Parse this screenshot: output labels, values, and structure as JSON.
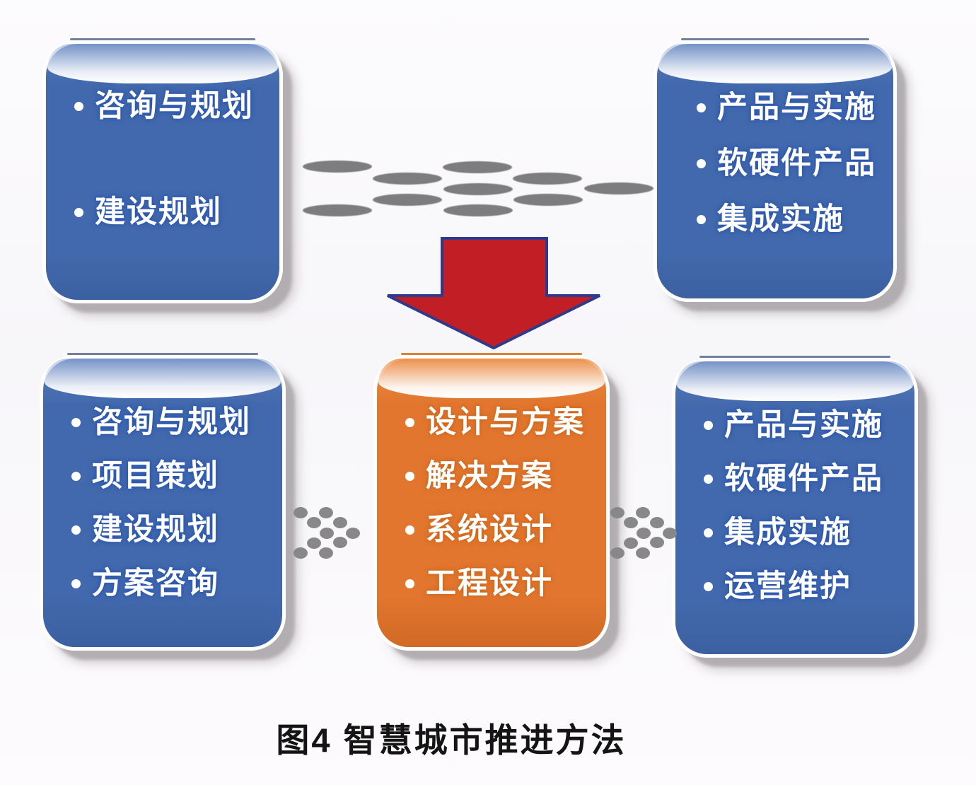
{
  "figure": {
    "caption": "图4  智慧城市推进方法"
  },
  "colors": {
    "box_blue": "#4269AD",
    "box_orange": "#E2762E",
    "arrow_red": "#C21E26",
    "arrow_outline": "#2E3A8C",
    "connector_gray": "#7D7D7F",
    "item_text": "#FFFFFF",
    "caption_text": "#141414",
    "background": "#F8F7FA"
  },
  "boxes": {
    "top_left": {
      "items": [
        "咨询与规划",
        "建设规划"
      ]
    },
    "top_right": {
      "items": [
        "产品与实施",
        "软硬件产品",
        "集成实施"
      ]
    },
    "bottom_left": {
      "items": [
        "咨询与规划",
        "项目策划",
        "建设规划",
        "方案咨询"
      ]
    },
    "bottom_middle": {
      "items": [
        "设计与方案",
        "解决方案",
        "系统设计",
        "工程设计"
      ]
    },
    "bottom_right": {
      "items": [
        "产品与实施",
        "软硬件产品",
        "集成实施",
        "运营维护"
      ]
    }
  }
}
